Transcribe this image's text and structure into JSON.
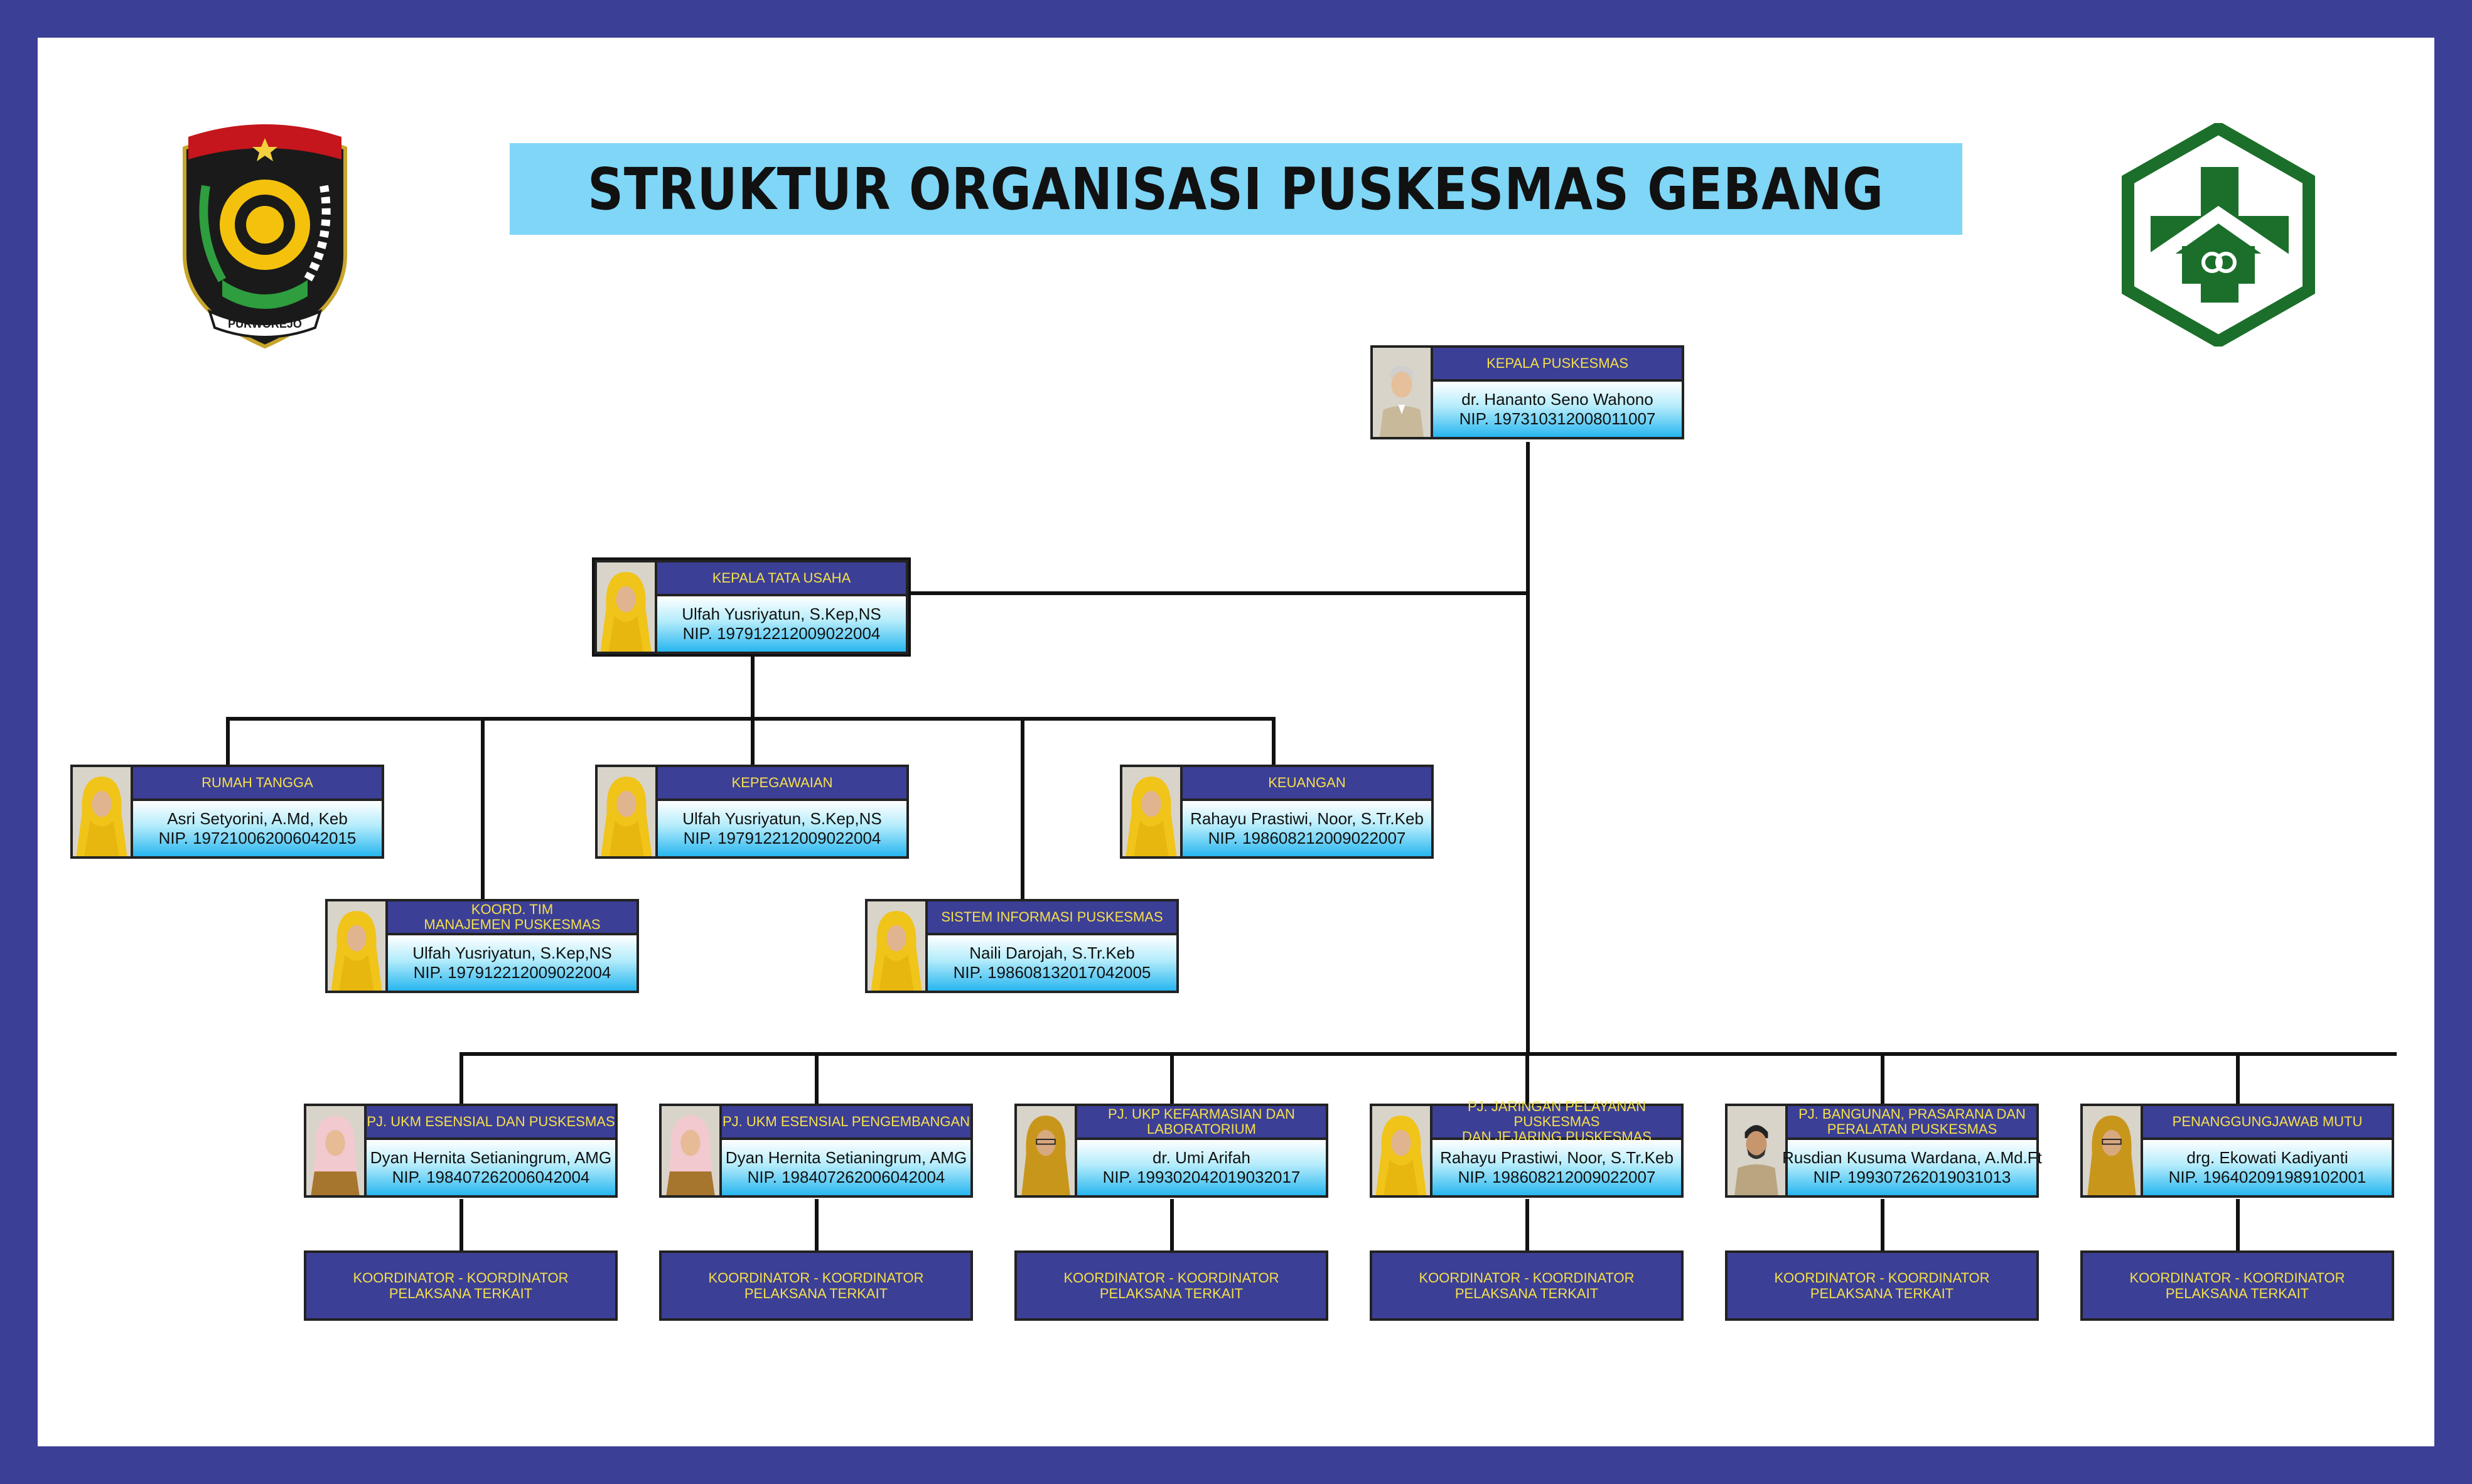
{
  "title": "STRUKTUR ORGANISASI PUSKESMAS GEBANG",
  "logos": {
    "left": {
      "icon": "purworejo-crest-icon",
      "text": "PURWOREJO"
    },
    "right": {
      "icon": "puskesmas-logo-icon"
    }
  },
  "colors": {
    "accent": "#3c3f96",
    "title_bg": "#7fd6f6",
    "role_text": "#f4e04d",
    "logo_green": "#1b6f2a"
  },
  "head": {
    "role": "KEPALA PUSKESMAS",
    "name": "dr. Hananto Seno Wahono",
    "nip": "NIP. 197310312008011007",
    "photo": "male"
  },
  "admin": {
    "role": "KEPALA TATA USAHA",
    "name": "Ulfah Yusriyatun, S.Kep,NS",
    "nip": "NIP. 197912212009022004",
    "photo": "hijab-yellow"
  },
  "admin_staff": [
    {
      "role": "RUMAH TANGGA",
      "name": "Asri Setyorini, A.Md, Keb",
      "nip": "NIP. 197210062006042015",
      "photo": "hijab-yellow"
    },
    {
      "role": "KOORD. TIM\nMANAJEMEN PUSKESMAS",
      "name": "Ulfah Yusriyatun, S.Kep,NS",
      "nip": "NIP. 197912212009022004",
      "photo": "hijab-yellow"
    },
    {
      "role": "KEPEGAWAIAN",
      "name": "Ulfah Yusriyatun, S.Kep,NS",
      "nip": "NIP. 197912212009022004",
      "photo": "hijab-yellow"
    },
    {
      "role": "SISTEM INFORMASI PUSKESMAS",
      "name": "Naili Darojah, S.Tr.Keb",
      "nip": "NIP. 198608132017042005",
      "photo": "hijab-yellow"
    },
    {
      "role": "KEUANGAN",
      "name": "Rahayu Prastiwi, Noor, S.Tr.Keb",
      "nip": "NIP. 198608212009022007",
      "photo": "hijab-yellow"
    }
  ],
  "units": [
    {
      "role": "PJ. UKM ESENSIAL DAN PUSKESMAS",
      "name": "Dyan Hernita Setianingrum, AMG",
      "nip": "NIP. 198407262006042004",
      "photo": "hijab-pink",
      "coord": "KOORDINATOR - KOORDINATOR\nPELAKSANA TERKAIT"
    },
    {
      "role": "PJ. UKM ESENSIAL PENGEMBANGAN",
      "name": "Dyan Hernita Setianingrum, AMG",
      "nip": "NIP. 198407262006042004",
      "photo": "hijab-pink",
      "coord": "KOORDINATOR - KOORDINATOR\nPELAKSANA TERKAIT"
    },
    {
      "role": "PJ. UKP KEFARMASIAN DAN\nLABORATORIUM",
      "name": "dr. Umi Arifah",
      "nip": "NIP. 199302042019032017",
      "photo": "hijab-mustard",
      "coord": "KOORDINATOR - KOORDINATOR\nPELAKSANA TERKAIT"
    },
    {
      "role": "PJ. JARINGAN PELAYANAN PUSKESMAS\nDAN JEJARING PUSKESMAS",
      "name": "Rahayu Prastiwi, Noor, S.Tr.Keb",
      "nip": "NIP. 198608212009022007",
      "photo": "hijab-yellow",
      "coord": "KOORDINATOR - KOORDINATOR\nPELAKSANA TERKAIT"
    },
    {
      "role": "PJ. BANGUNAN, PRASARANA DAN\nPERALATAN PUSKESMAS",
      "name": "Rusdian Kusuma Wardana, A.Md.Ft",
      "nip": "NIP. 199307262019031013",
      "photo": "male-beard",
      "coord": "KOORDINATOR - KOORDINATOR\nPELAKSANA TERKAIT"
    },
    {
      "role": "PENANGGUNGJAWAB MUTU",
      "name": "drg. Ekowati Kadiyanti",
      "nip": "NIP. 196402091989102001",
      "photo": "hijab-mustard",
      "coord": "KOORDINATOR - KOORDINATOR\nPELAKSANA TERKAIT"
    }
  ]
}
